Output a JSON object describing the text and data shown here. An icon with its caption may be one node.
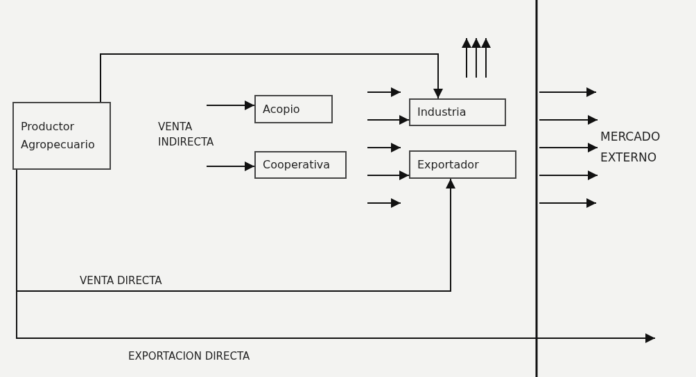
{
  "diagram": {
    "nodes": [
      {
        "text": [
          "Productor Agropecuario"
        ]
      },
      {
        "text": [
          "Acopio"
        ]
      },
      {
        "text": [
          "Cooperativa"
        ]
      },
      {
        "text": [
          "Industria"
        ]
      },
      {
        "text": [
          "Exportador"
        ]
      },
      {
        "text": [
          "MERCADO EXTERNO"
        ]
      }
    ],
    "edges": [
      {
        "from": 0,
        "to": 3,
        "arrow": "to"
      },
      {
        "from": 0,
        "to": 4,
        "arrow": "to",
        "label": "VENTA DIRECTA"
      },
      {
        "from": 0,
        "to": null,
        "arrow": "to",
        "label": "EXPORTACION DIRECTA"
      },
      {
        "from": null,
        "to": 1,
        "arrow": "to"
      },
      {
        "from": null,
        "to": 2,
        "arrow": "to"
      },
      {
        "from": null,
        "to": 3,
        "arrow": "to"
      },
      {
        "from": null,
        "to": 4,
        "arrow": "to"
      },
      {
        "from": null,
        "to": 5,
        "arrow": "to"
      },
      {
        "from": null,
        "to": 5,
        "arrow": "to"
      },
      {
        "from": null,
        "to": 5,
        "arrow": "to"
      }
    ],
    "labels": [
      "VENTA INDIRECTA"
    ]
  }
}
